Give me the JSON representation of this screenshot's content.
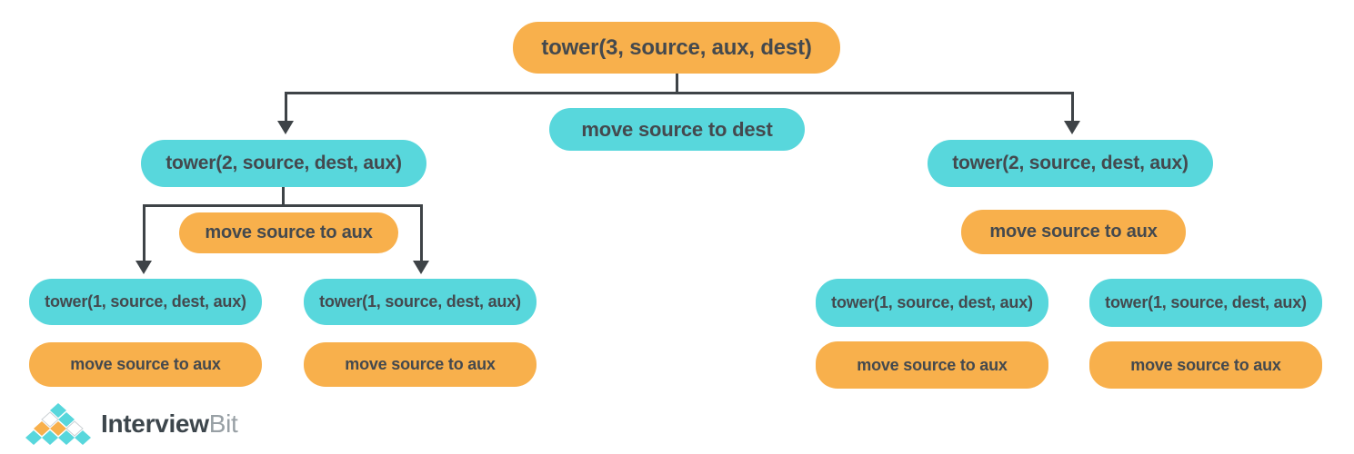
{
  "palette": {
    "orange": "#F8B04C",
    "teal": "#58D7DC",
    "node_text": "#44494E",
    "connector": "#3E4347",
    "background": "#FFFFFF",
    "logo_text_primary": "#3D464C",
    "logo_text_secondary": "#98A0A5"
  },
  "diagram": {
    "root": {
      "call": "tower(3, source, aux, dest)",
      "move": "move source to dest"
    },
    "left": {
      "call": "tower(2, source, dest, aux)",
      "move": "move source to aux",
      "leaves": [
        {
          "call": "tower(1, source, dest, aux)",
          "move": "move source to aux"
        },
        {
          "call": "tower(1, source, dest, aux)",
          "move": "move source to aux"
        }
      ]
    },
    "right": {
      "call": "tower(2, source, dest, aux)",
      "move": "move source to aux",
      "leaves": [
        {
          "call": "tower(1, source, dest, aux)",
          "move": "move source to aux"
        },
        {
          "call": "tower(1, source, dest, aux)",
          "move": "move source to aux"
        }
      ]
    }
  },
  "logo": {
    "brand_primary": "Interview",
    "brand_secondary": "Bit"
  }
}
